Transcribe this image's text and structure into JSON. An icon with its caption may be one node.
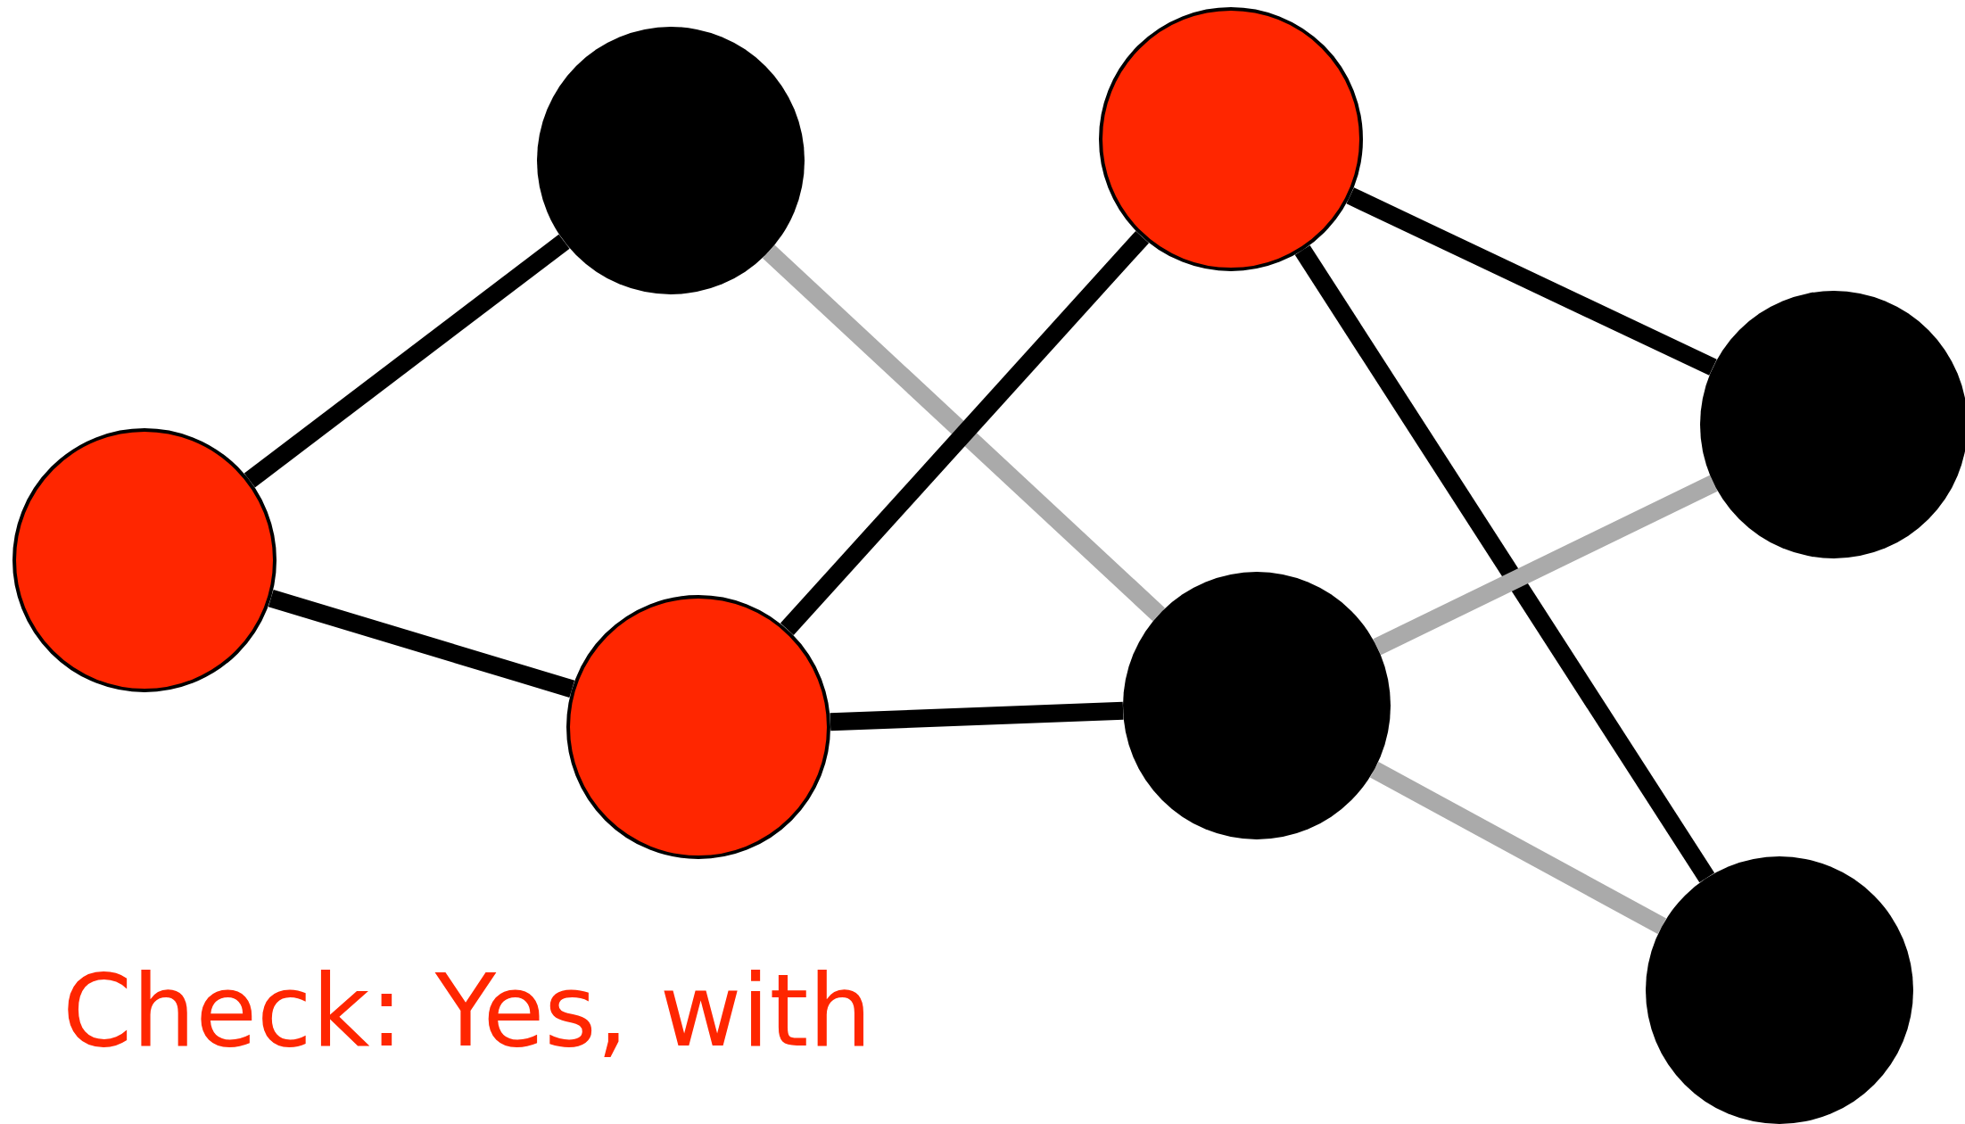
{
  "diagram": {
    "nodes": [
      {
        "text": [],
        "shape": "circle"
      },
      {
        "text": [],
        "shape": "circle"
      },
      {
        "text": [],
        "shape": "circle"
      },
      {
        "text": [],
        "shape": "circle"
      },
      {
        "text": [],
        "shape": "circle"
      },
      {
        "text": [],
        "shape": "circle"
      },
      {
        "text": [],
        "shape": "circle"
      }
    ],
    "edges": [
      {
        "from": 0,
        "to": 1,
        "arrow": "none"
      },
      {
        "from": 0,
        "to": 3,
        "arrow": "none"
      },
      {
        "from": 1,
        "to": 5,
        "arrow": "none",
        "color": "#aaaaaa"
      },
      {
        "from": 3,
        "to": 2,
        "arrow": "none"
      },
      {
        "from": 3,
        "to": 5,
        "arrow": "none"
      },
      {
        "from": 2,
        "to": 4,
        "arrow": "none"
      },
      {
        "from": 2,
        "to": 6,
        "arrow": "none"
      },
      {
        "from": 5,
        "to": 4,
        "arrow": "none",
        "color": "#aaaaaa"
      },
      {
        "from": 5,
        "to": 6,
        "arrow": "none",
        "color": "#aaaaaa"
      }
    ],
    "labels": [
      "Check: Yes, with"
    ]
  }
}
